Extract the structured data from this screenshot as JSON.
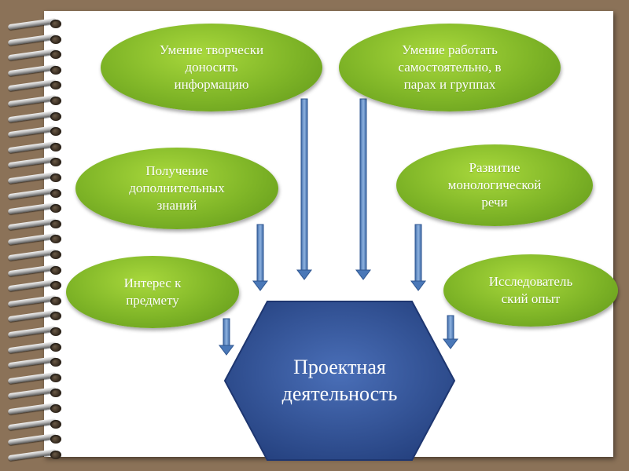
{
  "diagram": {
    "center": {
      "label": "Проектная\nдеятельность"
    },
    "nodes": [
      {
        "label": "Умение творчески\nдоносить\nинформацию"
      },
      {
        "label": "Умение работать\nсамостоятельно, в\nпарах и группах"
      },
      {
        "label": "Получение\nдополнительных\nзнаний"
      },
      {
        "label": "Развитие\nмонологической\nречи"
      },
      {
        "label": "Интерес к\nпредмету"
      },
      {
        "label": "Исследователь\nский опыт"
      }
    ]
  },
  "colors": {
    "background": "#8b7258",
    "page": "#ffffff",
    "bubble": "#7fb527",
    "hexagon": "#2e4d94",
    "arrow": "#5b86c4"
  }
}
